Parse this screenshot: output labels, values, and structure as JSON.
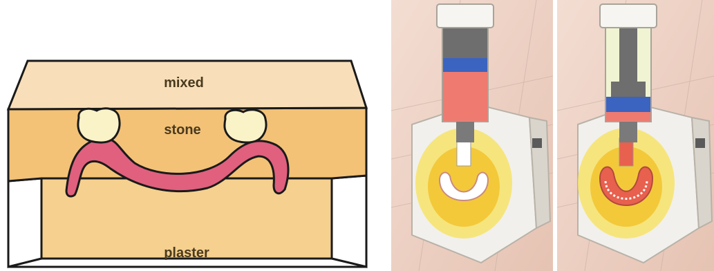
{
  "flask_diagram": {
    "labels": {
      "mixed": "mixed",
      "stone": "stone",
      "plaster": "plaster"
    },
    "colors": {
      "mixed_layer": "#f8dfb9",
      "stone_layer": "#f3c277",
      "plaster_base": "#f5d08e",
      "denture_base": "#e0607e",
      "teeth": "#fbf3c8",
      "outline": "#1a1a1a"
    }
  },
  "injection_illustrations": {
    "panels": [
      {
        "stage": "before-injection",
        "resin_cartridge_color": "#ef7a70",
        "piston_color": "#3b63c0"
      },
      {
        "stage": "after-injection",
        "resin_cartridge_color": "#f0f4d2",
        "piston_color": "#3b63c0"
      }
    ],
    "background": "#e9c9b8"
  }
}
